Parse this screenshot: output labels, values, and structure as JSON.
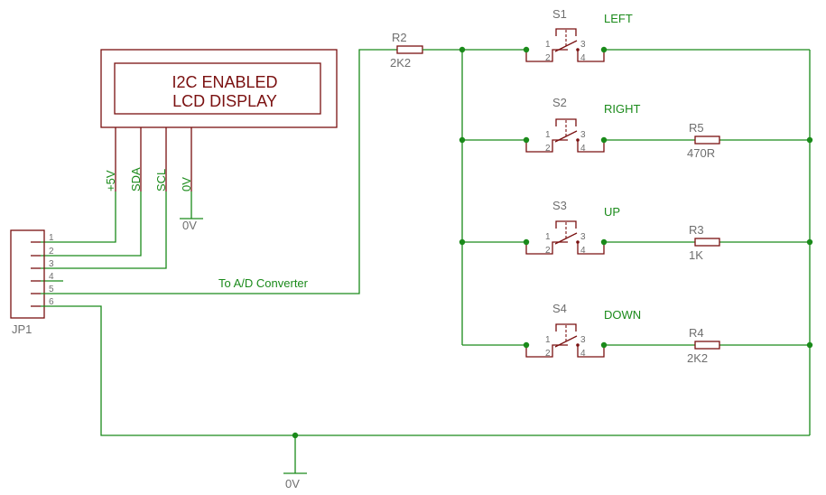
{
  "lcd": {
    "line1": "I2C ENABLED",
    "line2": "LCD DISPLAY"
  },
  "signals": {
    "v5": "+5V",
    "sda": "SDA",
    "scl": "SCL",
    "gnd": "0V"
  },
  "ground_labels": {
    "lcd": "0V",
    "bottom": "0V"
  },
  "connector": {
    "name": "JP1",
    "pins": [
      "1",
      "2",
      "3",
      "4",
      "5",
      "6"
    ],
    "ad_label": "To A/D Converter"
  },
  "resistors": [
    {
      "name": "R2",
      "value": "2K2"
    },
    {
      "name": "R5",
      "value": "470R"
    },
    {
      "name": "R3",
      "value": "1K"
    },
    {
      "name": "R4",
      "value": "2K2"
    }
  ],
  "switches": [
    {
      "name": "S1",
      "label": "LEFT"
    },
    {
      "name": "S2",
      "label": "RIGHT"
    },
    {
      "name": "S3",
      "label": "UP"
    },
    {
      "name": "S4",
      "label": "DOWN"
    }
  ],
  "switch_pins": [
    "1",
    "2",
    "3",
    "4"
  ],
  "colors": {
    "wire": "#1a8a1a",
    "part": "#7a1010",
    "label": "#6e6e6e"
  }
}
